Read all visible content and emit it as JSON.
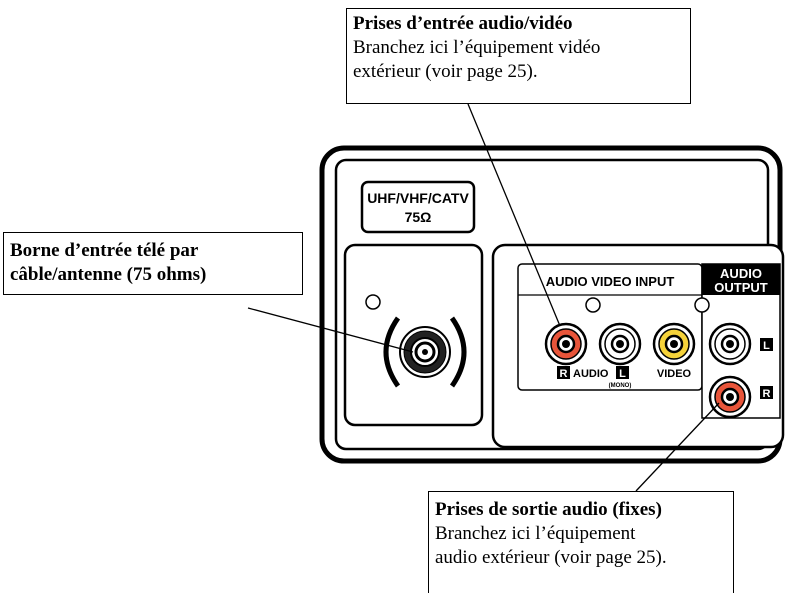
{
  "callouts": {
    "av_input": {
      "title": "Prises d’entrée audio/vidéo",
      "desc_line1": "Branchez ici l’équipement vidéo",
      "desc_line2": "extérieur (voir page 25)."
    },
    "antenna": {
      "title_line1": "Borne d’entrée télé par",
      "title_line2": "câble/antenne (75 ohms)"
    },
    "audio_out": {
      "title": "Prises de sortie audio (fixes)",
      "desc_line1": "Branchez ici l’équipement",
      "desc_line2": "audio extérieur (voir page 25)."
    }
  },
  "panel": {
    "antenna_label_line1": "UHF/VHF/CATV",
    "antenna_label_line2": "75Ω",
    "av_input_header": "AUDIO VIDEO INPUT",
    "audio_output_header_line1": "AUDIO",
    "audio_output_header_line2": "OUTPUT",
    "jack_r": "R",
    "jack_l": "L",
    "label_audio": "AUDIO",
    "label_mono": "(MONO)",
    "label_video": "VIDEO"
  },
  "colors": {
    "red_jack": "#e8553a",
    "white_jack": "#ffffff",
    "yellow_jack": "#f5d23a",
    "line": "#000000"
  }
}
